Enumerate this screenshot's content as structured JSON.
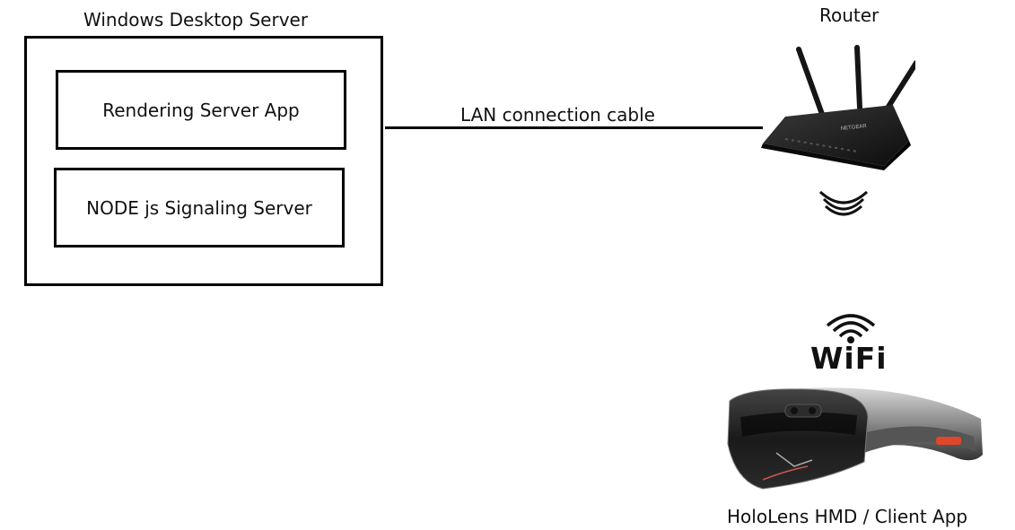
{
  "server": {
    "title": "Windows Desktop Server",
    "apps": [
      "Rendering Server App",
      "NODE js Signaling Server"
    ]
  },
  "connection": {
    "label": "LAN connection cable"
  },
  "router": {
    "label": "Router",
    "brand": "NETGEAR"
  },
  "wifi": {
    "label": "WiFi"
  },
  "client": {
    "label": "HoloLens HMD / Client App"
  }
}
